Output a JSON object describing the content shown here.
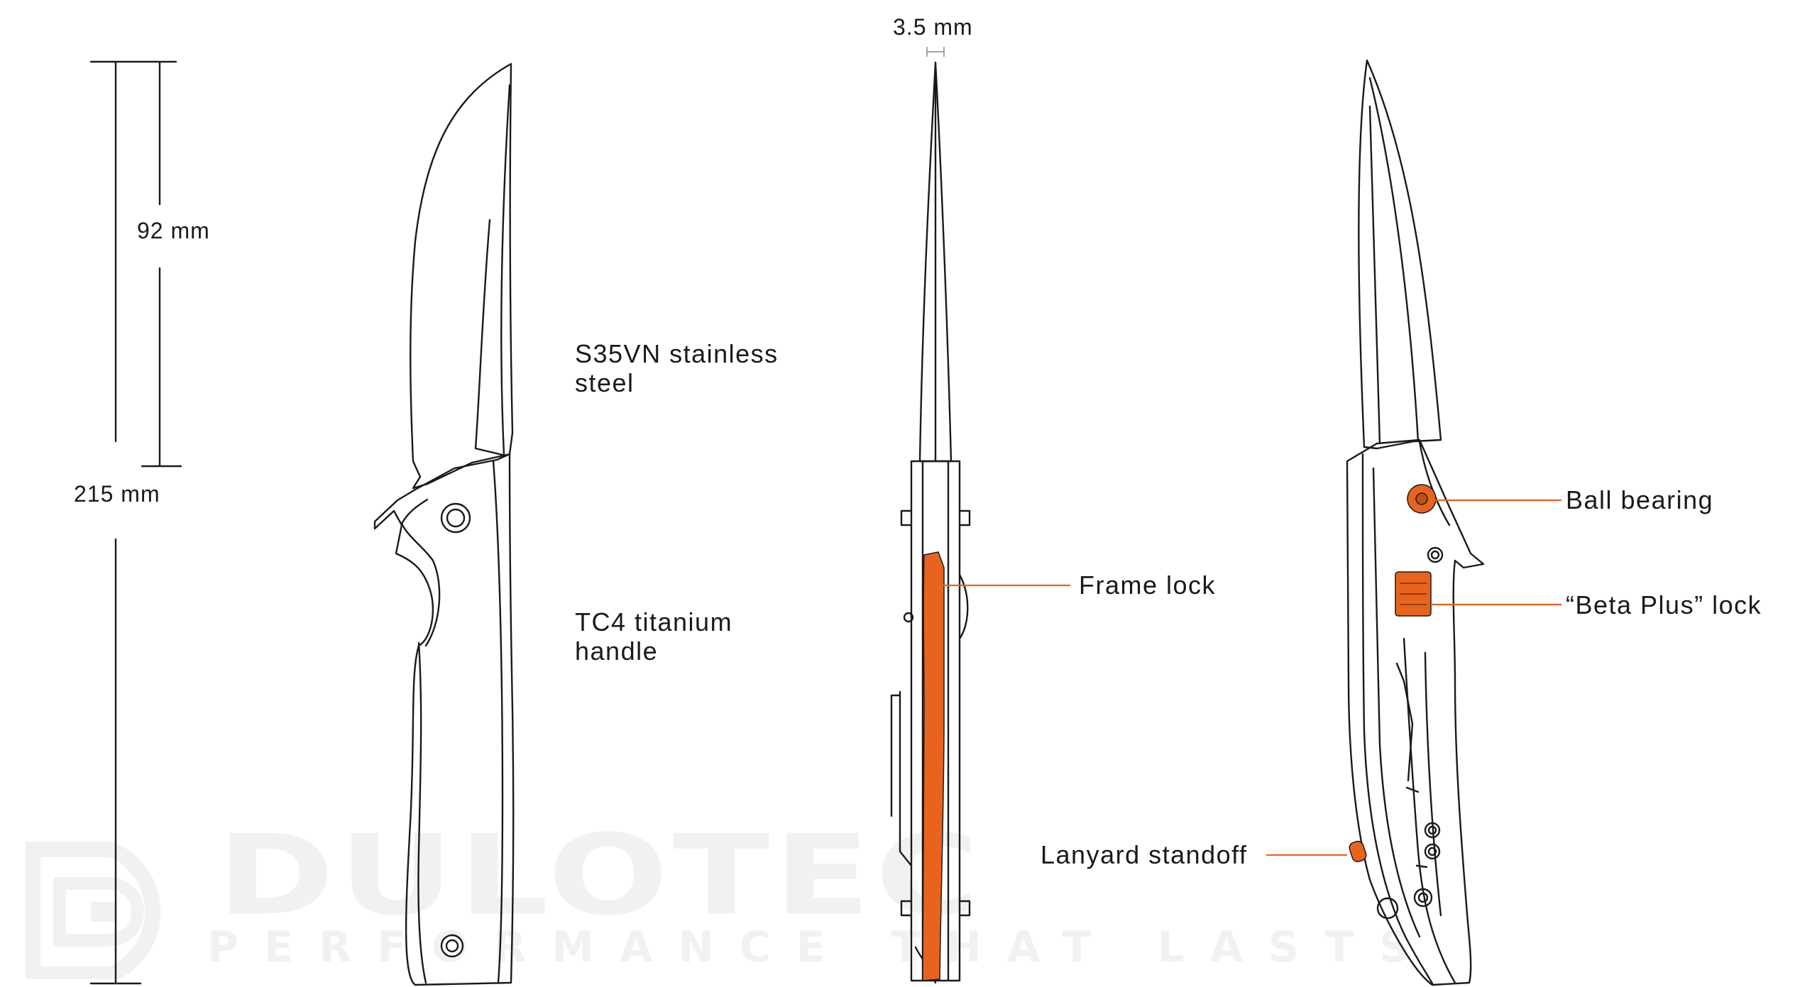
{
  "dimensions": {
    "blade_length": "92 mm",
    "overall_length": "215 mm",
    "blade_thickness": "3.5 mm"
  },
  "materials": {
    "blade_line1": "S35VN stainless",
    "blade_line2": "steel",
    "handle_line1": "TC4 titanium",
    "handle_line2": "handle"
  },
  "callouts": {
    "frame_lock": "Frame lock",
    "ball_bearing": "Ball bearing",
    "beta_plus_lock": "“Beta Plus” lock",
    "lanyard_standoff": "Lanyard standoff"
  },
  "watermark": {
    "brand": "DULOTEC",
    "tagline": "PERFORMANCE THAT LASTS"
  },
  "colors": {
    "line": "#1a1a1a",
    "accent": "#e8641e",
    "watermark": "#f1f1f1"
  }
}
